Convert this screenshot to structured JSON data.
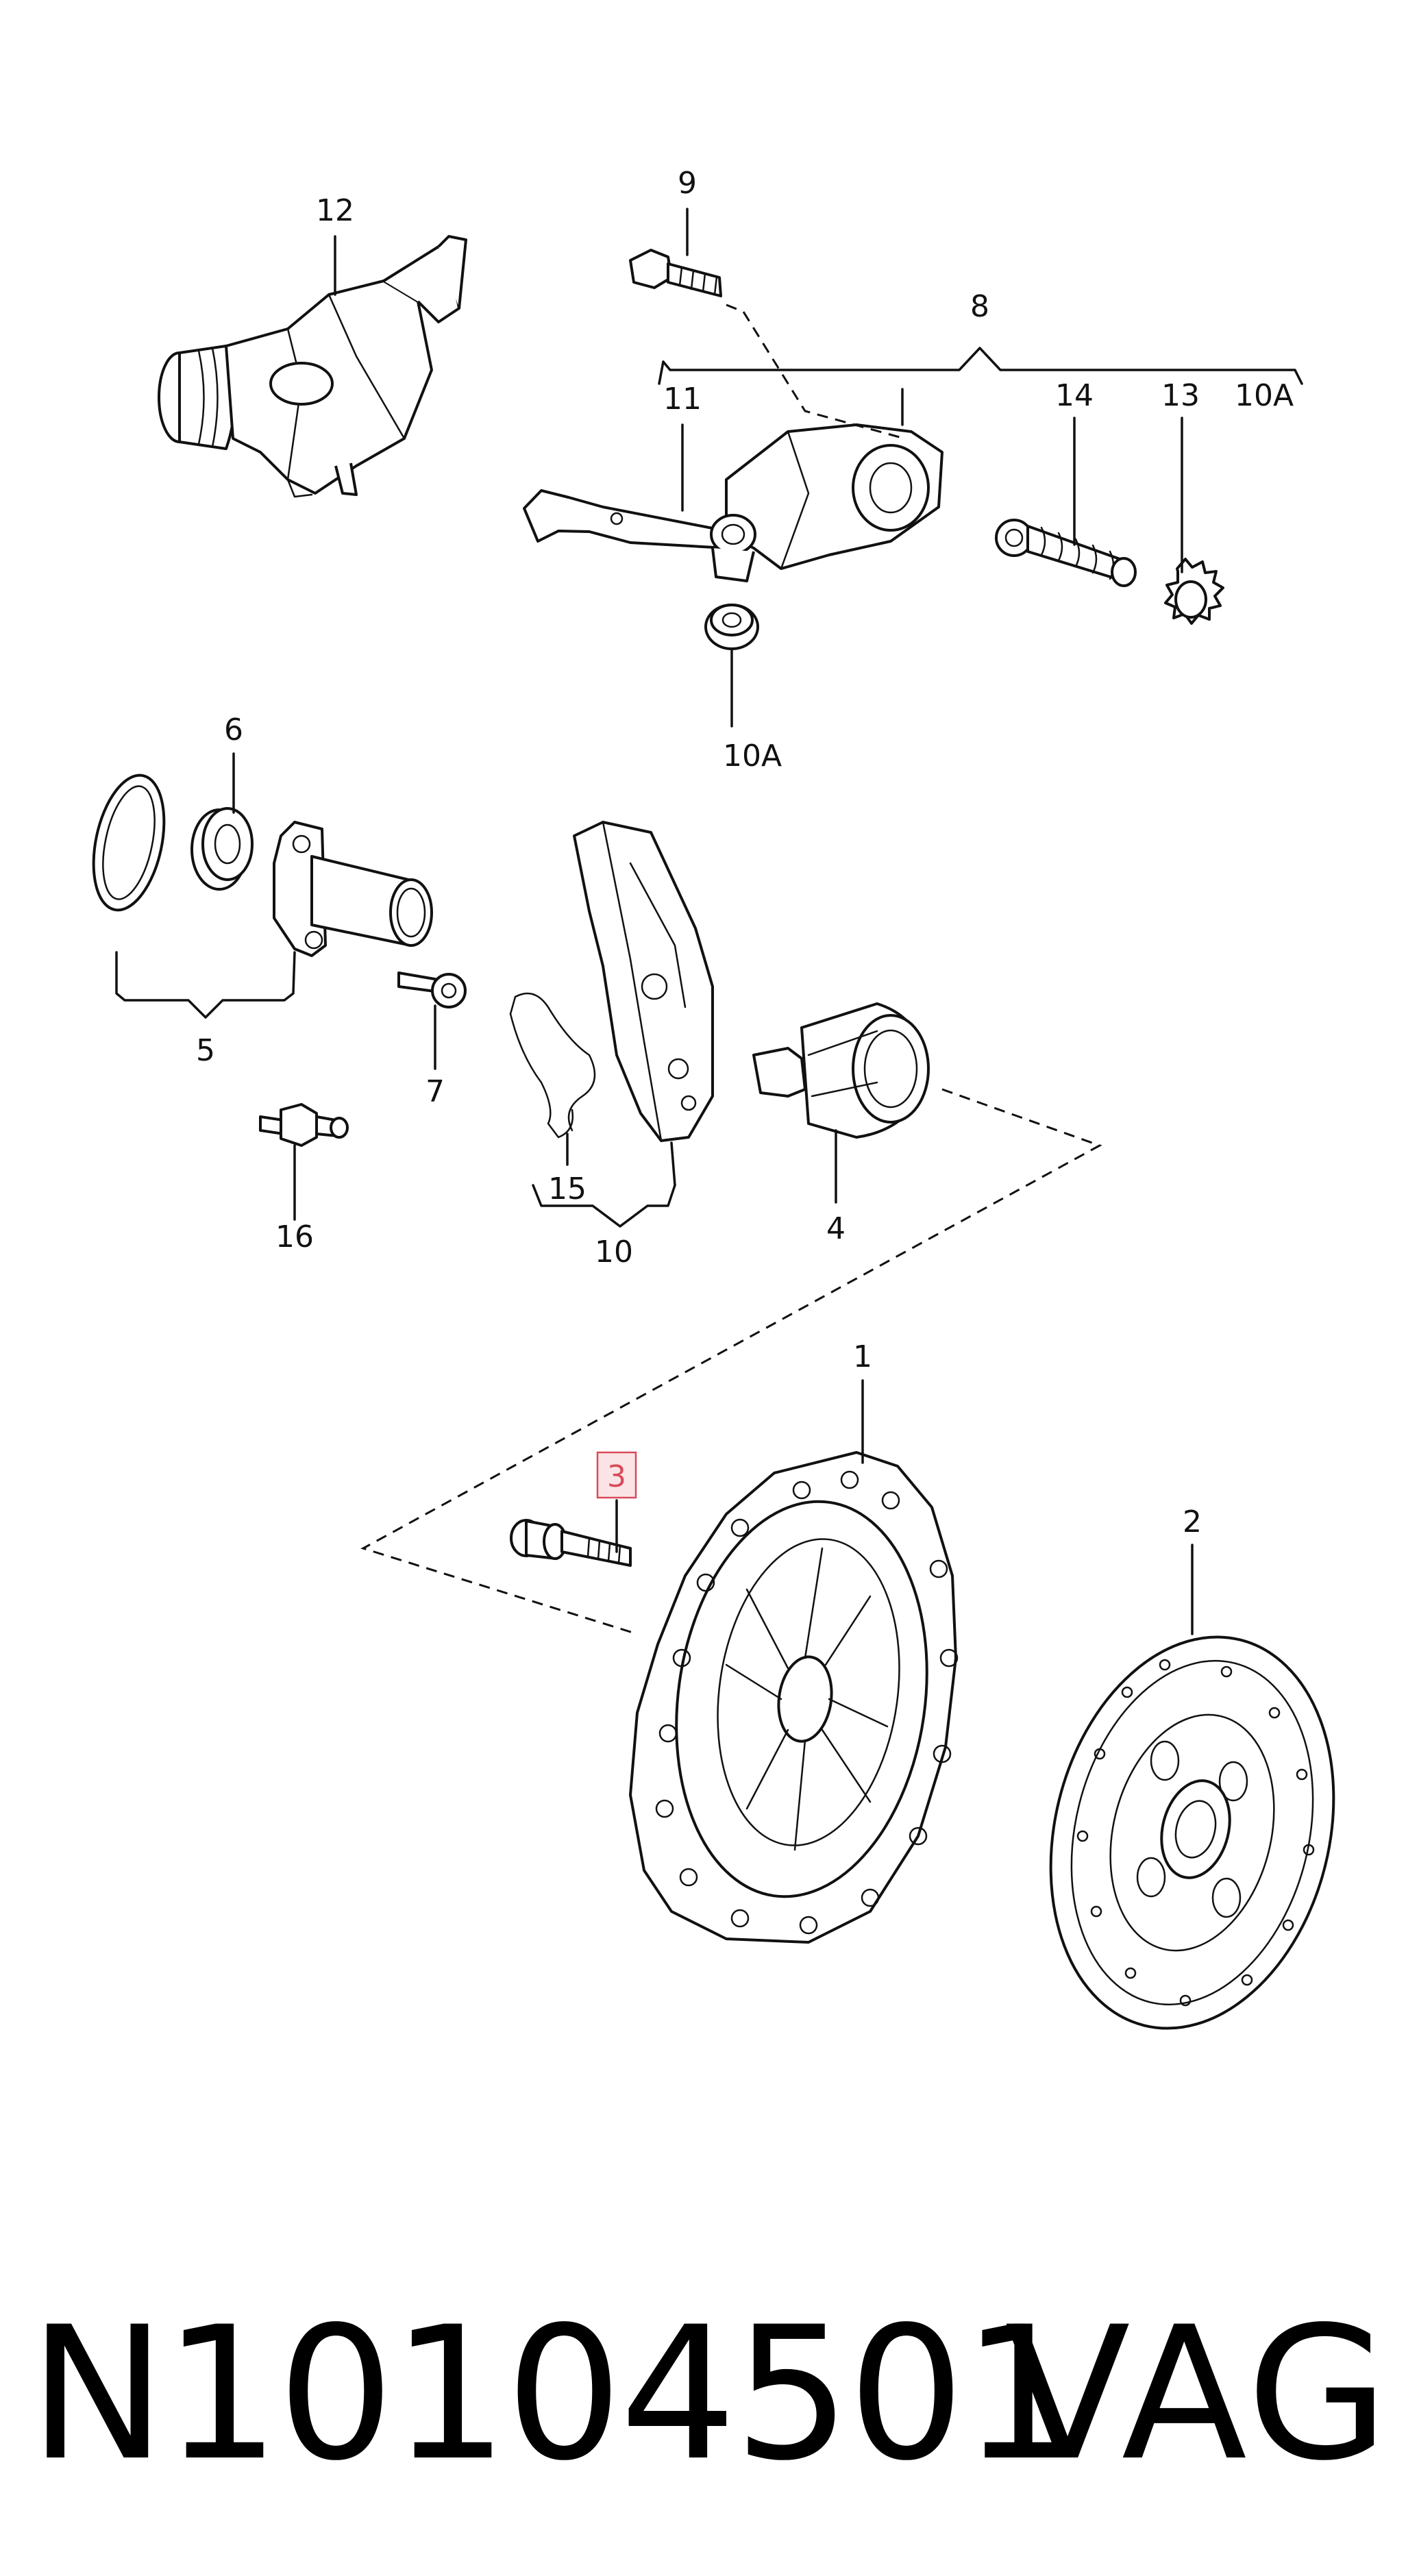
{
  "diagram": {
    "highlight_color": "#d94a5a",
    "callouts": {
      "c1": "1",
      "c2": "2",
      "c3": "3",
      "c4": "4",
      "c5": "5",
      "c6": "6",
      "c7": "7",
      "c8": "8",
      "c9": "9",
      "c10": "10",
      "c10a_top": "10A",
      "c10a_bottom": "10A",
      "c11": "11",
      "c12": "12",
      "c13": "13",
      "c14": "14",
      "c15": "15",
      "c16": "16"
    }
  },
  "caption": {
    "part_number": "N10104501",
    "brand": "VAG"
  }
}
